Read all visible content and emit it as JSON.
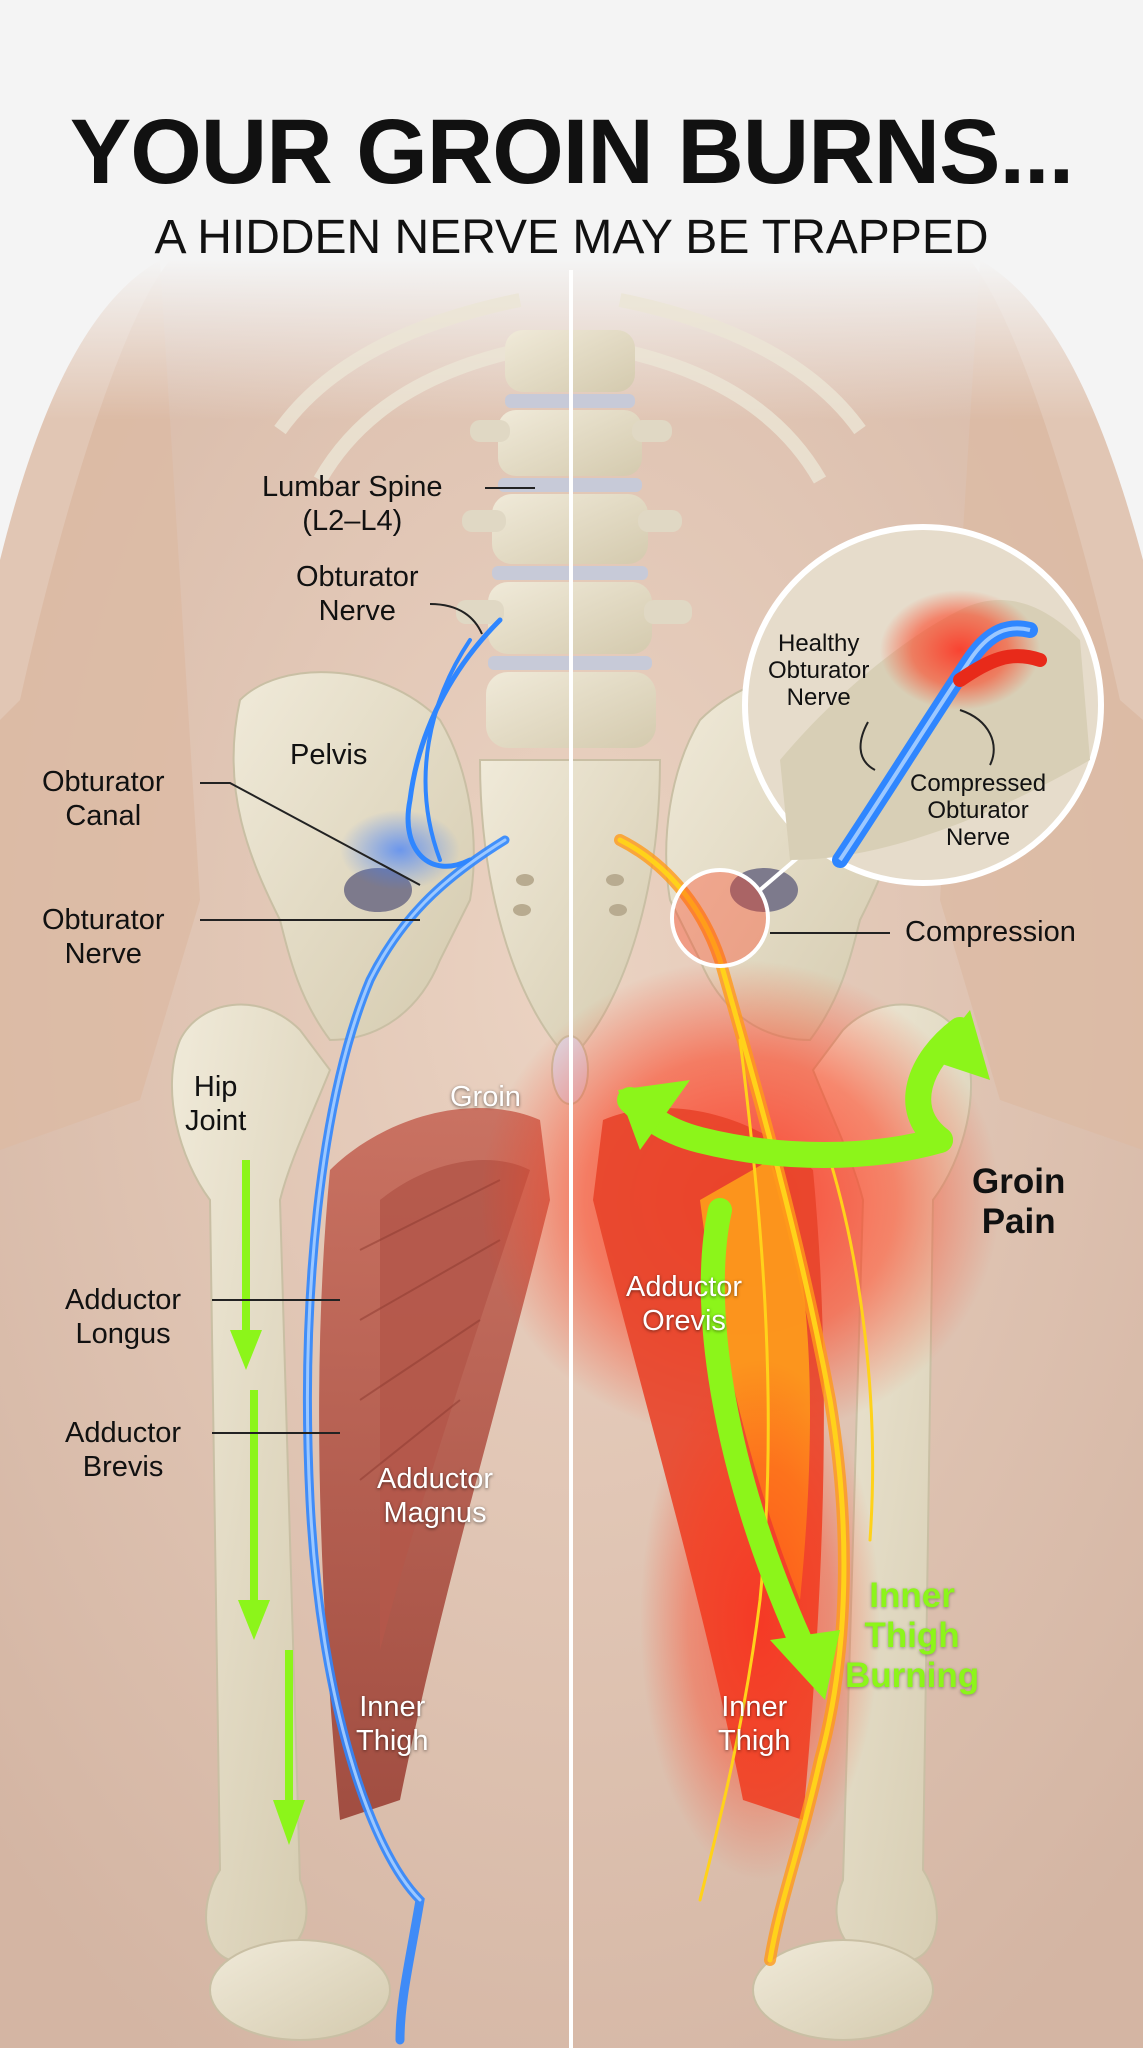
{
  "title": "YOUR GROIN BURNS...",
  "subtitle": "A HIDDEN NERVE MAY BE TRAPPED",
  "labels": {
    "lumbar_spine": [
      "Lumbar Spine",
      "(L2–L4)"
    ],
    "obturator_nerve_top": [
      "Obturator",
      "Nerve"
    ],
    "pelvis": "Pelvis",
    "obturator_canal": [
      "Obturator",
      "Canal"
    ],
    "obturator_nerve_left": [
      "Obturator",
      "Nerve"
    ],
    "hip_joint": [
      "Hip",
      "Joint"
    ],
    "groin": "Groin",
    "adductor_longus": [
      "Adductor",
      "Longus"
    ],
    "adductor_brevis": [
      "Adductor",
      "Brevis"
    ],
    "adductor_magnus": [
      "Adductor",
      "Magnus"
    ],
    "inner_thigh_left": [
      "Inner",
      "Thigh"
    ],
    "healthy_nerve": [
      "Healthy",
      "Obturator",
      "Nerve"
    ],
    "compressed_nerve": [
      "Compressed",
      "Obturator",
      "Nerve"
    ],
    "compression": "Compression",
    "groin_pain": [
      "Groin",
      "Pain"
    ],
    "adductor_orevis": [
      "Adductor",
      "Orevis"
    ],
    "inner_thigh_burning": [
      "Inner",
      "Thigh",
      "Burning"
    ],
    "inner_thigh_right": [
      "Inner",
      "Thigh"
    ]
  },
  "colors": {
    "healthy_nerve": "#2f86ff",
    "inflamed_nerve": "#ffd21a",
    "pain_glow": "#ff2a1a",
    "arrow_green": "#8cf51a",
    "bone": "#e6dfcc",
    "muscle": "#b5574a",
    "skin": "#d9b39a"
  }
}
